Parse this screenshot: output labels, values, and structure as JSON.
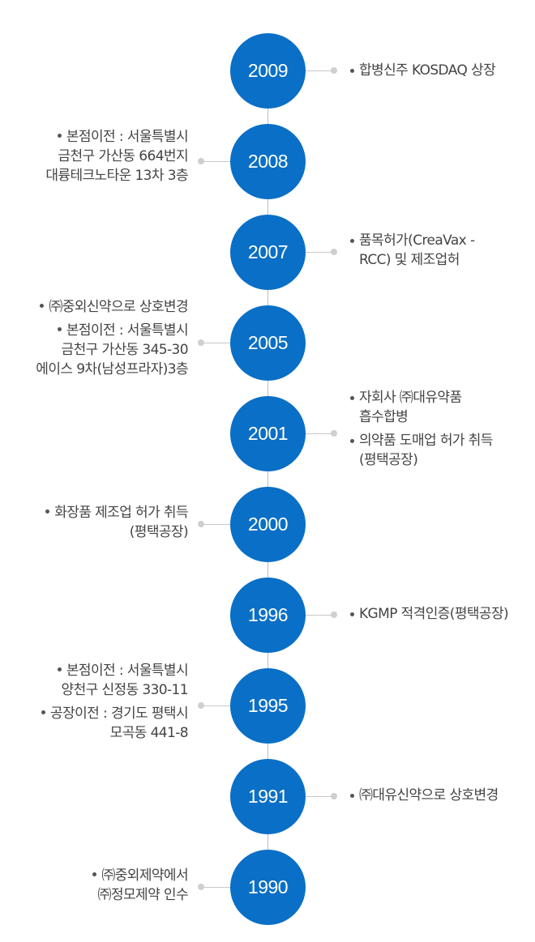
{
  "timeline": {
    "accent_color": "#0a6fc6",
    "line_color": "#bdbdbd",
    "entries": [
      {
        "year": "2009",
        "side": "right",
        "items": [
          "합병신주 KOSDAQ 상장"
        ]
      },
      {
        "year": "2008",
        "side": "left",
        "items": [
          "본점이전 : 서울특별시\n금천구 가산동 664번지\n대륭테크노타운 13차 3층"
        ]
      },
      {
        "year": "2007",
        "side": "right",
        "items": [
          "품목허가(CreaVax -\nRCC) 및 제조업허"
        ]
      },
      {
        "year": "2005",
        "side": "left",
        "items": [
          "㈜중외신약으로 상호변경",
          "본점이전 : 서울특별시\n금천구 가산동 345-30\n에이스 9차(남성프라자)3층"
        ]
      },
      {
        "year": "2001",
        "side": "right",
        "items": [
          "자회사 ㈜대유약품\n흡수합병",
          "의약품 도매업 허가 취득\n(평택공장)"
        ]
      },
      {
        "year": "2000",
        "side": "left",
        "items": [
          "화장품 제조업 허가 취득\n(평택공장)"
        ]
      },
      {
        "year": "1996",
        "side": "right",
        "items": [
          "KGMP 적격인증(평택공장)"
        ]
      },
      {
        "year": "1995",
        "side": "left",
        "items": [
          "본점이전 : 서울특별시\n양천구 신정동 330-11",
          "공장이전 : 경기도 평택시\n모곡동 441-8"
        ]
      },
      {
        "year": "1991",
        "side": "right",
        "items": [
          "㈜대유신약으로 상호변경"
        ]
      },
      {
        "year": "1990",
        "side": "left",
        "items": [
          "㈜중외제약에서\n㈜정모제약 인수"
        ]
      }
    ]
  }
}
